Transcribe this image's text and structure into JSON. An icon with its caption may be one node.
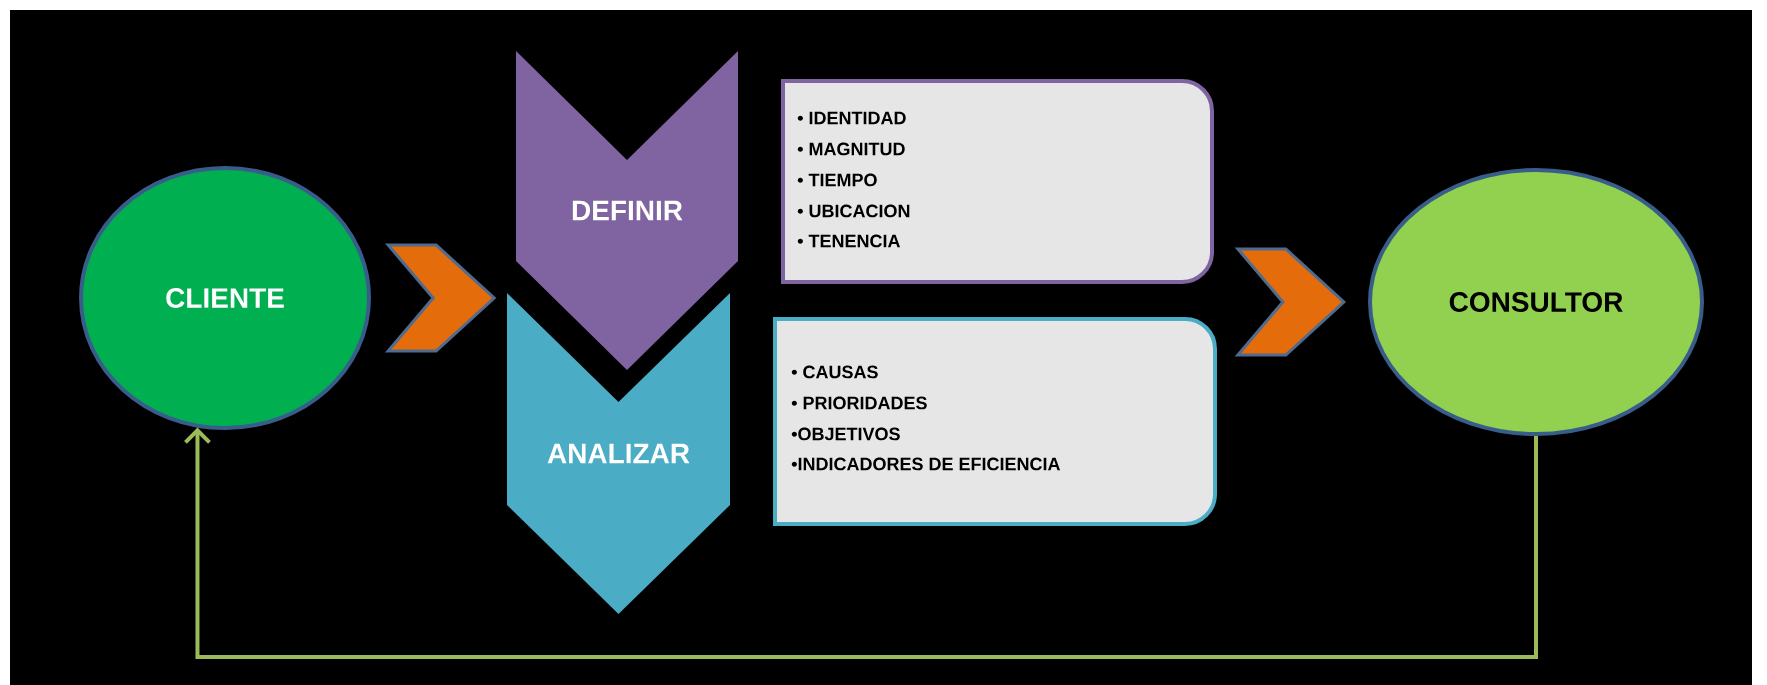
{
  "diagram": {
    "nodes": [
      {
        "text": [
          "CLIENTE"
        ]
      },
      {
        "text": [
          "DEFINIR"
        ]
      },
      {
        "text": [
          "• IDENTIDAD",
          "• MAGNITUD",
          "• TIEMPO",
          "• UBICACION",
          "• TENENCIA"
        ]
      },
      {
        "text": [
          "ANALIZAR"
        ]
      },
      {
        "text": [
          "• CAUSAS",
          "• PRIORIDADES",
          "•OBJETIVOS",
          "•INDICADORES DE EFICIENCIA"
        ]
      },
      {
        "text": [
          "CONSULTOR"
        ]
      }
    ],
    "edges": [
      {
        "from": 0,
        "to": 1,
        "arrow": "to"
      },
      {
        "from": 0,
        "to": 3,
        "arrow": "to"
      },
      {
        "from": 2,
        "to": 5,
        "arrow": "to"
      },
      {
        "from": 4,
        "to": 5,
        "arrow": "to"
      },
      {
        "from": 5,
        "to": 0,
        "arrow": "to",
        "color": "#9bbb59"
      }
    ]
  }
}
